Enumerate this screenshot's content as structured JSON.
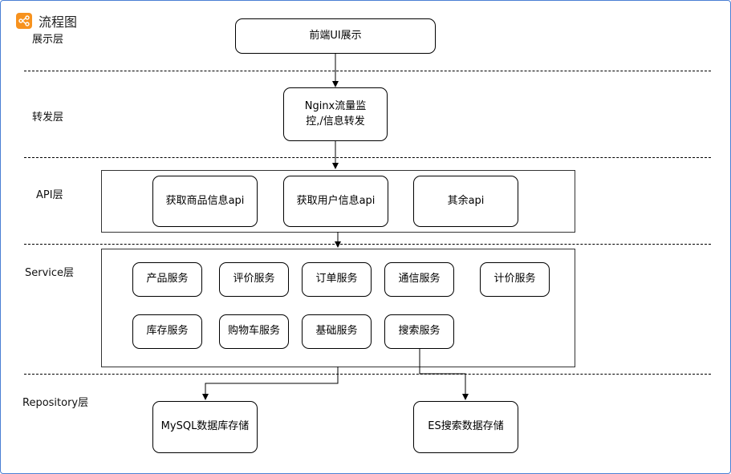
{
  "header": {
    "title": "流程图",
    "icon": "flowchart-icon"
  },
  "layers": {
    "presentation": "展示层",
    "forwarding": "转发层",
    "api": "API层",
    "service": "Service层",
    "repository": "Repository层"
  },
  "nodes": {
    "frontend": "前端UI展示",
    "nginx_line1": "Nginx流量监",
    "nginx_line2": "控,/信息转发",
    "api_product": "获取商品信息api",
    "api_user": "获取用户信息api",
    "api_other": "其余api",
    "svc_product": "产品服务",
    "svc_review": "评价服务",
    "svc_order": "订单服务",
    "svc_comm": "通信服务",
    "svc_billing": "计价服务",
    "svc_inventory": "库存服务",
    "svc_cart": "购物车服务",
    "svc_base": "基础服务",
    "svc_search": "搜索服务",
    "repo_mysql": "MySQL数据库存储",
    "repo_es": "ES搜索数据存储"
  }
}
